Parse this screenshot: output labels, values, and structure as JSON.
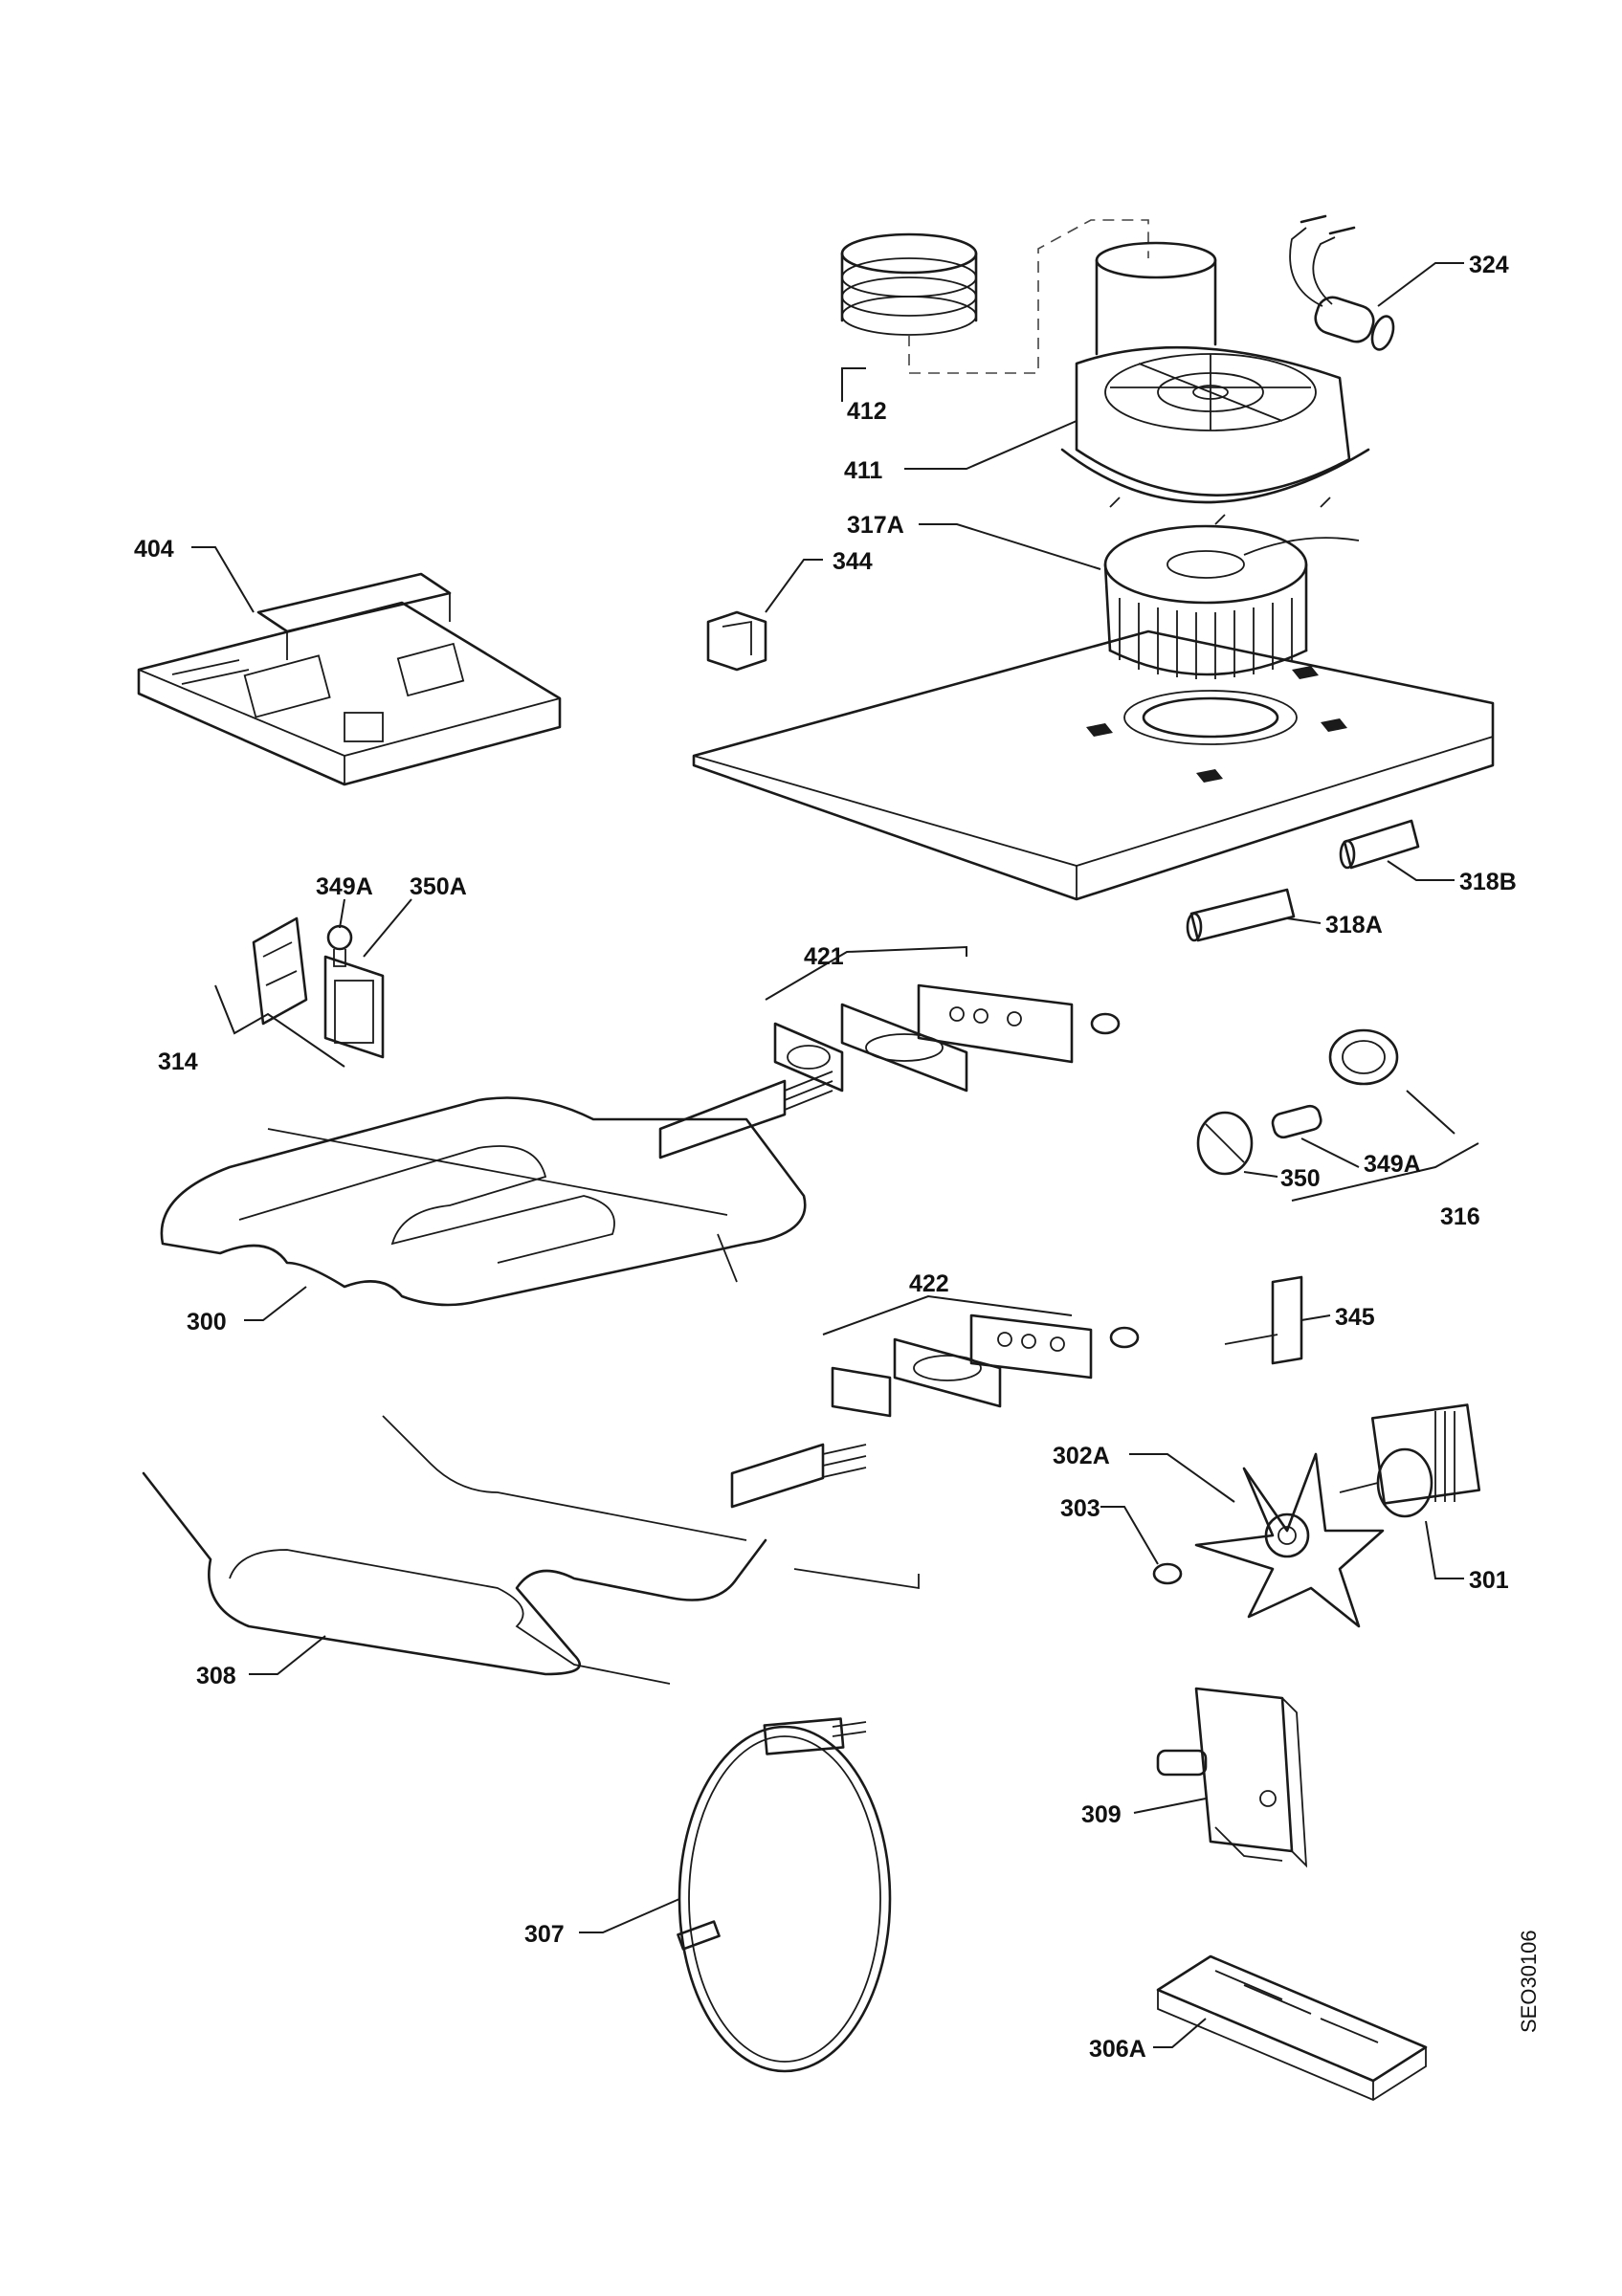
{
  "labels": {
    "p300": "300",
    "p301": "301",
    "p302A": "302A",
    "p303": "303",
    "p306A": "306A",
    "p307": "307",
    "p308": "308",
    "p309": "309",
    "p314": "314",
    "p316": "316",
    "p317A": "317A",
    "p318A": "318A",
    "p318B": "318B",
    "p324": "324",
    "p344": "344",
    "p345": "345",
    "p349A_top": "349A",
    "p349A_right": "349A",
    "p350": "350",
    "p350A": "350A",
    "p404": "404",
    "p411": "411",
    "p412": "412",
    "p421": "421",
    "p422": "422"
  },
  "drawing_code": "SEO30106"
}
